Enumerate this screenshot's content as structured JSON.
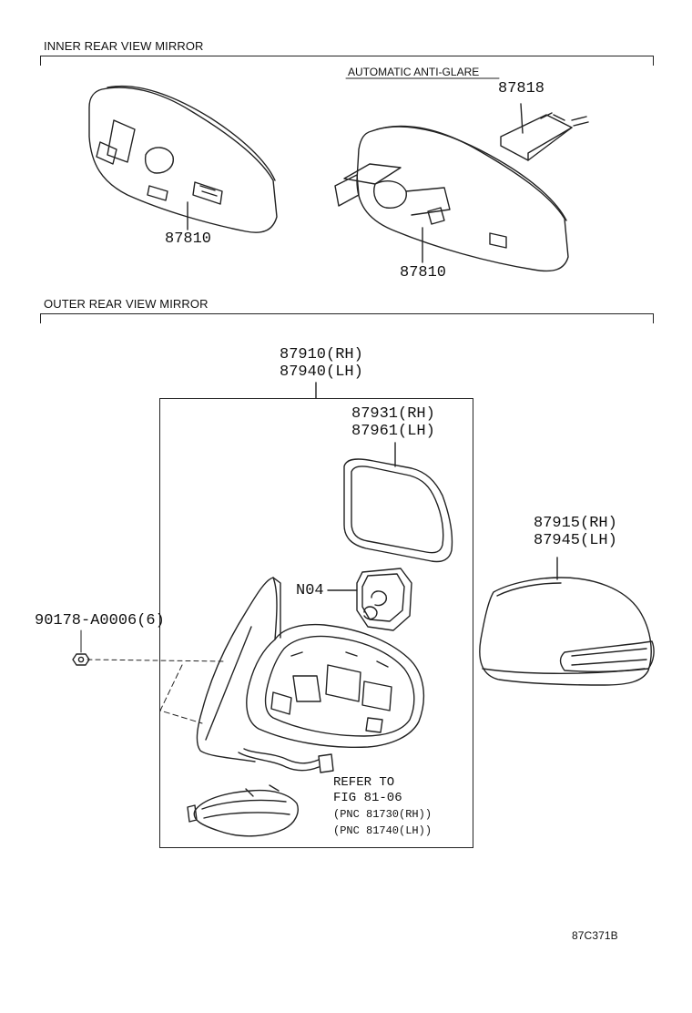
{
  "sections": {
    "inner": {
      "title": "INNER REAR VIEW MIRROR"
    },
    "outer": {
      "title": "OUTER REAR VIEW MIRROR"
    }
  },
  "inner_parts": {
    "auto_anti_glare_label": "AUTOMATIC ANTI-GLARE",
    "part_87818": "87818",
    "part_87810_left": "87810",
    "part_87810_right": "87810"
  },
  "outer_parts": {
    "assembly_rh": "87910(RH)",
    "assembly_lh": "87940(LH)",
    "mirror_rh": "87931(RH)",
    "mirror_lh": "87961(LH)",
    "cover_rh": "87915(RH)",
    "cover_lh": "87945(LH)",
    "motor": "N04",
    "nut": "90178-A0006(6)",
    "refer_line1": "REFER TO",
    "refer_line2": "FIG 81-06",
    "refer_line3": "(PNC 81730(RH))",
    "refer_line4": "(PNC 81740(LH))"
  },
  "figure_code": "87C371B"
}
